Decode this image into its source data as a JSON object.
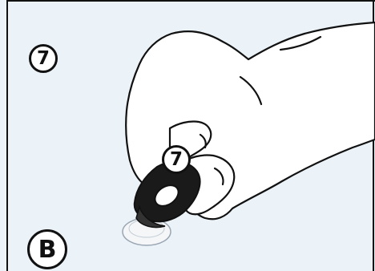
{
  "steps": {
    "corner_number": "7",
    "key_number": "7",
    "panel_letter": "B"
  },
  "colors": {
    "background": "#ebf3f9",
    "line": "#111111",
    "skin": "#ffffff",
    "key_fob": "#1a1a1a",
    "reader_pad": "#f4f6f8"
  },
  "icons": [
    "hand-icon",
    "key-fob-icon",
    "reader-pad-icon"
  ]
}
